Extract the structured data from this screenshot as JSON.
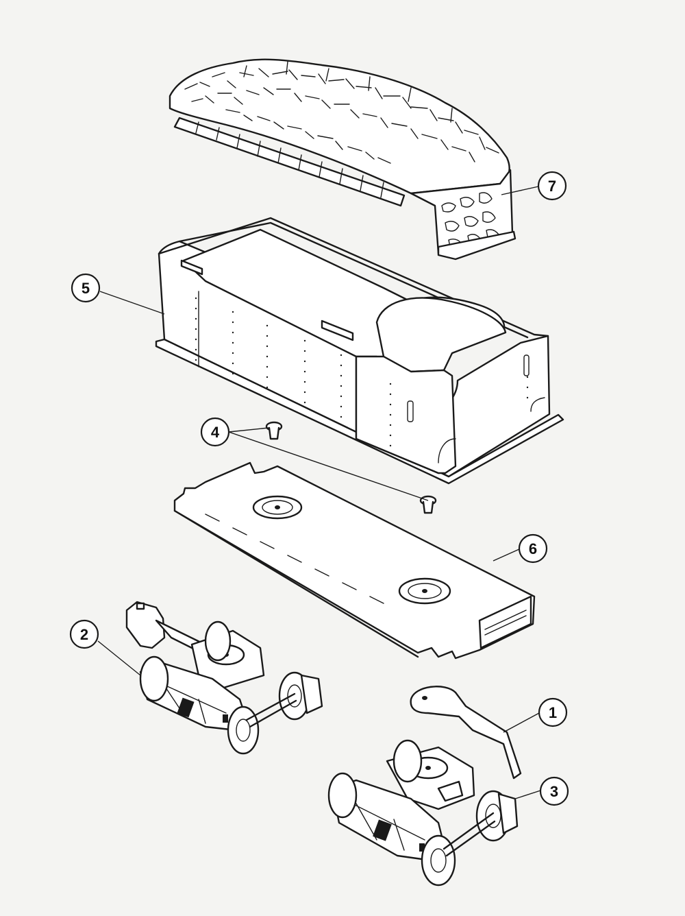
{
  "colors": {
    "ink": "#1a1a1a",
    "paper": "#f4f4f2"
  },
  "parts": [
    {
      "number": "1",
      "name": "bolster-arm"
    },
    {
      "number": "2",
      "name": "front-truck"
    },
    {
      "number": "3",
      "name": "rear-truck"
    },
    {
      "number": "4",
      "name": "screws"
    },
    {
      "number": "5",
      "name": "tender-body"
    },
    {
      "number": "6",
      "name": "floor-plate"
    },
    {
      "number": "7",
      "name": "wood-load"
    }
  ]
}
